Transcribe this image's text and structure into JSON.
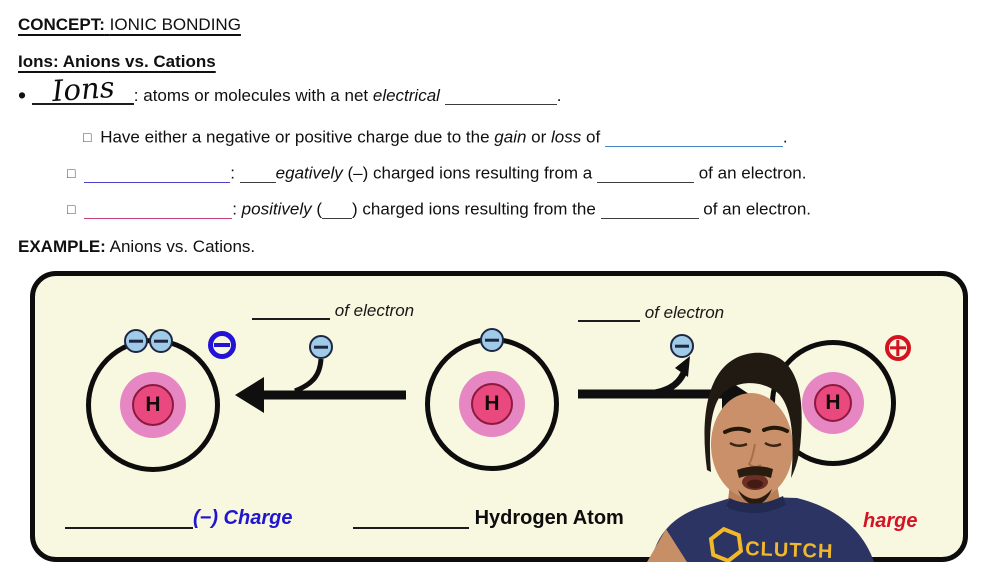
{
  "notes": {
    "l1": {
      "label": "CONCEPT:",
      "title": "IONIC BONDING"
    },
    "l2": "Ions: Anions vs. Cations",
    "l3": {
      "bullet": "•",
      "answer": "Ions",
      "a": ": atoms or molecules with a net",
      "b": "electrical",
      "c": "."
    },
    "l4": {
      "marker": "□",
      "a": "Have either a negative or positive charge due to the",
      "b": "gain",
      "c": "or",
      "d": "loss",
      "e": "of",
      "f": "."
    },
    "l5": {
      "marker": "□",
      "colon": ":",
      "a": "egatively",
      "b": "(–) charged ions resulting from a",
      "c": "of an electron."
    },
    "l6": {
      "marker": "□",
      "colon": ":",
      "a": "positively",
      "b": "(",
      "c": ")",
      "d": "charged ions resulting from the",
      "e": "of an electron."
    },
    "l7": {
      "label": "EXAMPLE:",
      "title": "Anions vs. Cations."
    }
  },
  "diagram": {
    "top_left_label": "of electron",
    "top_right_label": "of electron",
    "atom_symbol": "H",
    "bottom_left_label": "(−) Charge",
    "bottom_middle_label": "Hydrogen Atom",
    "bottom_right_label": "harge",
    "colors": {
      "box_background": "#f8f7e0",
      "nucleus_outer_pink": "#e687c3",
      "nucleus_inner_pink": "#e9497e",
      "electron_blue": "#9fcbe9",
      "negative_icon_blue": "#2213d6",
      "positive_icon_red": "#d6121f",
      "negative_label_blue": "#2016cf",
      "positive_label_red": "#d41324"
    }
  },
  "person": {
    "shirt_brand": "CLUTCH",
    "shirt_color": "#2b3463",
    "logo_yellow": "#f1b82a"
  }
}
